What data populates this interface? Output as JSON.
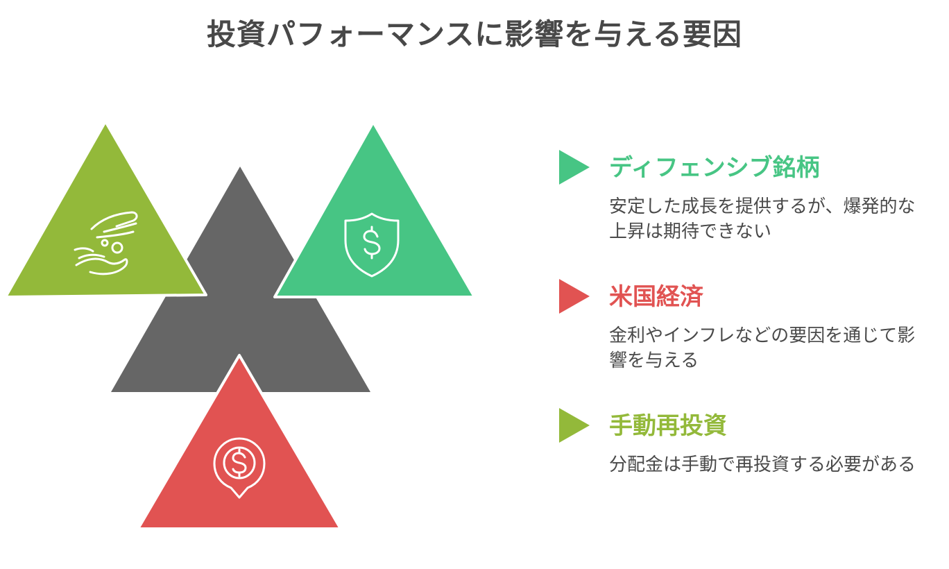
{
  "title": "投資パフォーマンスに影響を与える要因",
  "colors": {
    "center": "#666666",
    "green_light": "#93b93a",
    "green_teal": "#47c584",
    "red": "#e15352",
    "text": "#4a4a4a",
    "title": "#484848"
  },
  "icons": {
    "top_left": "hand-coins-icon",
    "top_right": "shield-dollar-icon",
    "bottom": "dollar-location-pin-icon"
  },
  "factors": [
    {
      "heading": "ディフェンシブ銘柄",
      "description": "安定した成長を提供するが、爆発的な上昇は期待できない",
      "color": "#47c584"
    },
    {
      "heading": "米国経済",
      "description": "金利やインフレなどの要因を通じて影響を与える",
      "color": "#e15352"
    },
    {
      "heading": "手動再投資",
      "description": "分配金は手動で再投資する必要がある",
      "color": "#93b93a"
    }
  ]
}
